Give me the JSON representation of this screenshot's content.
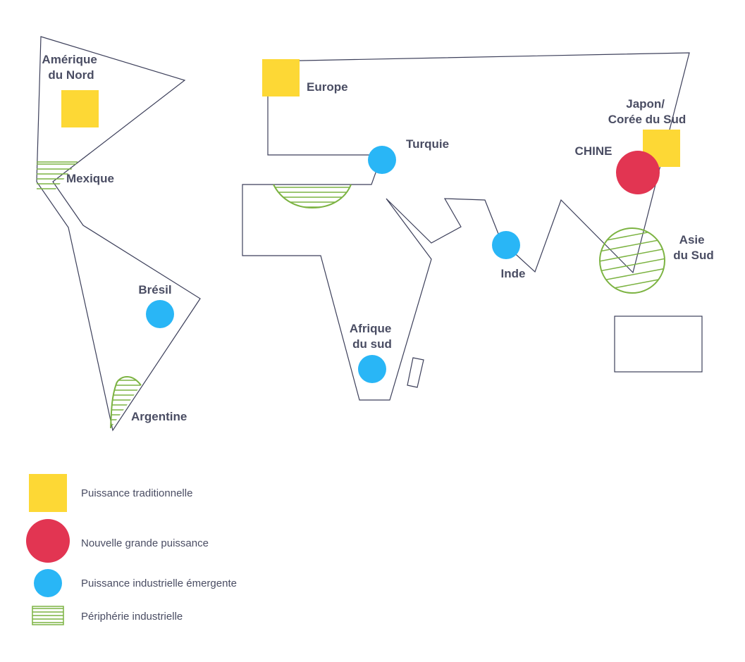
{
  "colors": {
    "outline": "#3c3f5a",
    "label_text": "#4a4d63",
    "traditional": "#fdd835",
    "new_power": "#e23552",
    "emerging": "#29b6f6",
    "periphery": "#7cb342"
  },
  "regions": [
    {
      "id": "north_america",
      "lines": [
        "Amérique",
        "du Nord"
      ],
      "category": "traditional"
    },
    {
      "id": "mexico",
      "lines": [
        "Mexique"
      ],
      "category": "periphery"
    },
    {
      "id": "brazil",
      "lines": [
        "Brésil"
      ],
      "category": "emerging"
    },
    {
      "id": "argentina",
      "lines": [
        "Argentine"
      ],
      "category": "periphery"
    },
    {
      "id": "europe",
      "lines": [
        "Europe"
      ],
      "category": "traditional"
    },
    {
      "id": "turkey",
      "lines": [
        "Turquie"
      ],
      "category": "emerging"
    },
    {
      "id": "north_africa",
      "lines": [],
      "category": "periphery"
    },
    {
      "id": "south_africa",
      "lines": [
        "Afrique",
        "du sud"
      ],
      "category": "emerging"
    },
    {
      "id": "india",
      "lines": [
        "Inde"
      ],
      "category": "emerging"
    },
    {
      "id": "china",
      "lines": [
        "CHINE"
      ],
      "category": "new_power"
    },
    {
      "id": "japan_korea",
      "lines": [
        "Japon/",
        "Corée du Sud"
      ],
      "category": "traditional"
    },
    {
      "id": "south_asia",
      "lines": [
        "Asie",
        "du Sud"
      ],
      "category": "periphery"
    }
  ],
  "legend": [
    {
      "category": "traditional",
      "label": "Puissance traditionnelle",
      "icon": "yellow-square-icon"
    },
    {
      "category": "new_power",
      "label": "Nouvelle grande puissance",
      "icon": "red-circle-icon"
    },
    {
      "category": "emerging",
      "label": "Puissance industrielle émergente",
      "icon": "blue-circle-icon"
    },
    {
      "category": "periphery",
      "label": "Périphérie industrielle",
      "icon": "green-hatched-icon"
    }
  ]
}
